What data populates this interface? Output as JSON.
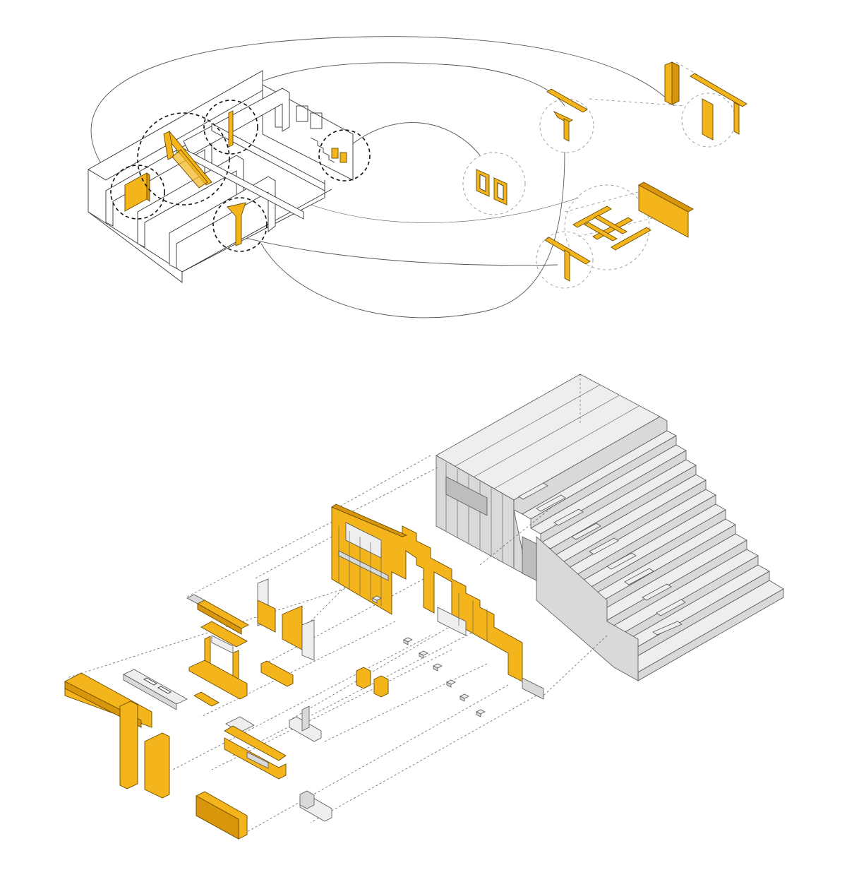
{
  "diagram": {
    "colors": {
      "timber_highlight": "#f3b51b",
      "timber_shadow": "#d8960c",
      "existing_structure": "#d9d9d9",
      "line_work": "#333333",
      "background": "#ffffff"
    },
    "top_view": {
      "callout_circles": [
        "wall-panel",
        "roof-truss",
        "post",
        "windows",
        "column-bracket"
      ],
      "detail_components": [
        "post-and-beam",
        "double-window-frame",
        "t-post",
        "floor-frame",
        "wall-panel",
        "post-beam-connection",
        "panel-and-beam"
      ]
    },
    "bottom_view": {
      "main_assembly": "stepped-timber-structure",
      "exploded_parts": [
        "yellow-facade-wall",
        "beam-1",
        "column-frame",
        "grey-ladder",
        "tall-post-frame",
        "panel-piece",
        "bracket",
        "foundation-blocks"
      ]
    }
  }
}
